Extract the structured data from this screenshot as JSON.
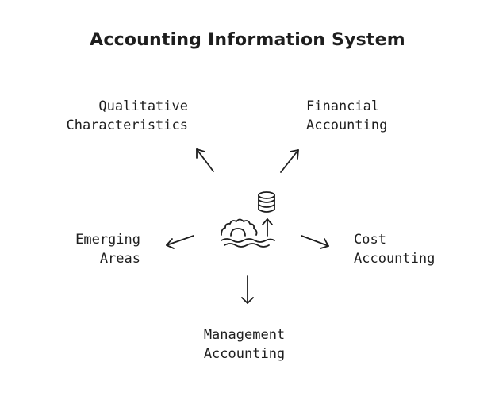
{
  "title": "Accounting Information System",
  "center": {
    "icons": [
      "gear-icon",
      "database-icon",
      "arrow-up-icon",
      "waves-icon"
    ]
  },
  "nodes": {
    "qualitative": {
      "line1": "Qualitative",
      "line2": "Characteristics"
    },
    "financial": {
      "line1": "Financial",
      "line2": "Accounting"
    },
    "emerging": {
      "line1": "Emerging",
      "line2": "Areas"
    },
    "cost": {
      "line1": "Cost",
      "line2": "Accounting"
    },
    "management": {
      "line1": "Management",
      "line2": "Accounting"
    }
  },
  "colors": {
    "ink": "#1e1e1e",
    "background": "#ffffff"
  }
}
